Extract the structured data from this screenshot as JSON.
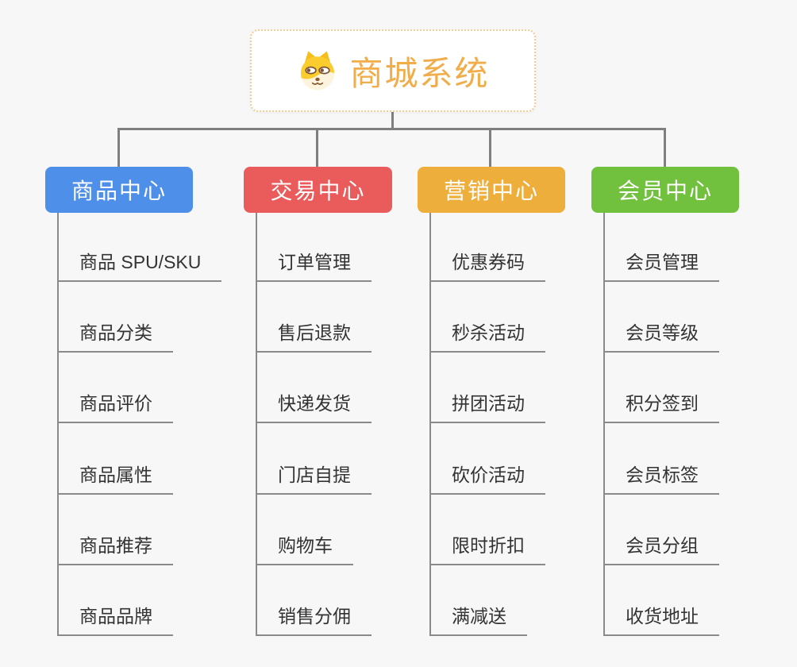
{
  "root": {
    "title": "商城系统",
    "icon": "doge-icon"
  },
  "branches": [
    {
      "label": "商品中心",
      "color": "#4D8FE9",
      "children": [
        "商品 SPU/SKU",
        "商品分类",
        "商品评价",
        "商品属性",
        "商品推荐",
        "商品品牌"
      ]
    },
    {
      "label": "交易中心",
      "color": "#EA5B5B",
      "children": [
        "订单管理",
        "售后退款",
        "快递发货",
        "门店自提",
        "购物车",
        "销售分佣"
      ]
    },
    {
      "label": "营销中心",
      "color": "#EEAE3C",
      "children": [
        "优惠券码",
        "秒杀活动",
        "拼团活动",
        "砍价活动",
        "限时折扣",
        "满减送"
      ]
    },
    {
      "label": "会员中心",
      "color": "#71C13F",
      "children": [
        "会员管理",
        "会员等级",
        "积分签到",
        "会员标签",
        "会员分组",
        "收货地址"
      ]
    }
  ],
  "colors": {
    "background": "#F7F7F7",
    "root_title": "#F0AD4A",
    "root_border": "#F5CB8F",
    "connector": "#7F7F7F",
    "underline": "#8A8A8A",
    "child_text": "#333333"
  }
}
